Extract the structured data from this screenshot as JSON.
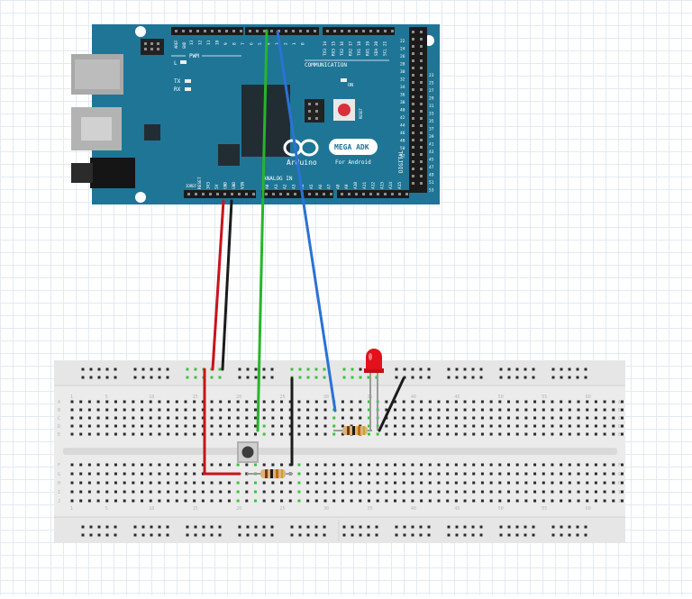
{
  "arduino": {
    "brand": "Arduino",
    "model": "MEGA ADK",
    "subtitle": "For Android",
    "labels": {
      "pwm": "PWM",
      "communication": "COMMUNICATION",
      "analog_in": "ANALOG IN",
      "digital": "DIGITAL",
      "tx": "TX",
      "rx": "RX",
      "l": "L",
      "on": "ON",
      "reset": "RESET",
      "aref": "AREF",
      "gnd": "GND",
      "ioref": "IOREF",
      "power_pins": [
        "RESET",
        "3V3",
        "5V",
        "GND",
        "GND",
        "VIN"
      ],
      "pwm_pins": [
        "13",
        "12",
        "11",
        "10",
        "9",
        "8",
        "7",
        "6",
        "5",
        "4",
        "3",
        "2",
        "1",
        "0"
      ],
      "comm_pins": [
        "TX3 14",
        "RX3 15",
        "TX2 16",
        "RX2 17",
        "TX1 18",
        "RX1 19",
        "SDA 20",
        "SCL 21"
      ],
      "analog_pins": [
        "A0",
        "A1",
        "A2",
        "A3",
        "A4",
        "A5",
        "A6",
        "A7",
        "A8",
        "A9",
        "A10",
        "A11",
        "A12",
        "A13",
        "A14",
        "A15"
      ],
      "digital_left": [
        "22",
        "24",
        "26",
        "28",
        "30",
        "32",
        "34",
        "36",
        "38",
        "40",
        "42",
        "44",
        "46",
        "48",
        "50",
        "52"
      ],
      "digital_right": [
        "23",
        "25",
        "27",
        "29",
        "31",
        "33",
        "35",
        "37",
        "39",
        "41",
        "43",
        "45",
        "47",
        "49",
        "51",
        "53"
      ]
    }
  },
  "breadboard": {
    "rows_top": [
      "A",
      "B",
      "C",
      "D",
      "E"
    ],
    "rows_bottom": [
      "F",
      "G",
      "H",
      "I",
      "J"
    ],
    "col_numbers": [
      "1",
      "5",
      "10",
      "15",
      "20",
      "25",
      "30",
      "35",
      "40",
      "45",
      "50",
      "55",
      "60"
    ]
  },
  "colors": {
    "board": "#1f7596",
    "wire_red": "#c9131b",
    "wire_black": "#1b1b1b",
    "wire_green": "#26b52a",
    "wire_blue": "#2b72d4",
    "led": "#e3111b",
    "active_hole": "#3cc23c"
  }
}
